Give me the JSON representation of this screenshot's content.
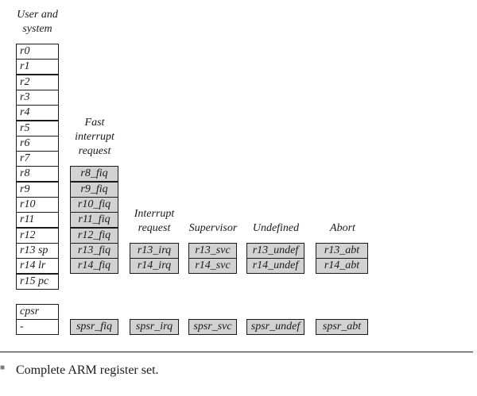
{
  "headers": {
    "user_system": [
      "User and",
      "system"
    ],
    "fiq": [
      "Fast",
      "interrupt",
      "request"
    ],
    "irq": [
      "Interrupt",
      "request"
    ],
    "svc": [
      "Supervisor"
    ],
    "undef": [
      "Undefined"
    ],
    "abt": [
      "Abort"
    ]
  },
  "user_registers": [
    "r0",
    "r1",
    "r2",
    "r3",
    "r4",
    "r5",
    "r6",
    "r7",
    "r8",
    "r9",
    "r10",
    "r11",
    "r12",
    "r13 sp",
    "r14 lr",
    "r15 pc"
  ],
  "fiq_registers": [
    "r8_fiq",
    "r9_fiq",
    "r10_fiq",
    "r11_fiq",
    "r12_fiq",
    "r13_fiq",
    "r14_fiq"
  ],
  "irq_registers": [
    "r13_irq",
    "r14_irq"
  ],
  "svc_registers": [
    "r13_svc",
    "r14_svc"
  ],
  "undef_registers": [
    "r13_undef",
    "r14_undef"
  ],
  "abt_registers": [
    "r13_abt",
    "r14_abt"
  ],
  "status_registers": [
    "cpsr",
    "-"
  ],
  "spsr": [
    "spsr_fiq",
    "spsr_irq",
    "spsr_svc",
    "spsr_undef",
    "spsr_abt"
  ],
  "caption": "Complete ARM register set.",
  "colors": {
    "banked_fill": "#d2d2d2",
    "border": "#1a1a1a"
  }
}
